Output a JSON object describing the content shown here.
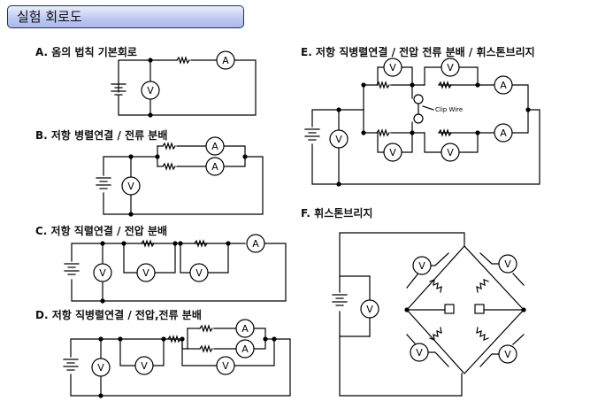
{
  "title": "실험 회로도",
  "circuits": {
    "a": "A. 옴의 법칙 기본회로",
    "b": "B. 저항 병렬연결 / 전류 분배",
    "c": "C. 저항 직렬연결 / 전압 분배",
    "d": "D. 저항 직병렬연결 / 전압,전류  분배",
    "e": "E. 저항 직병렬연결 / 전압 전류 분배 / 휘스톤브리지",
    "f": "F. 휘스톤브리지"
  },
  "meters": {
    "ammeter": "A",
    "voltmeter": "V"
  },
  "clip_wire_label": "Clip Wire",
  "colors": {
    "wire": "#000000",
    "title_border": "#1e2f6e",
    "title_fill": "#bdc8f1"
  }
}
